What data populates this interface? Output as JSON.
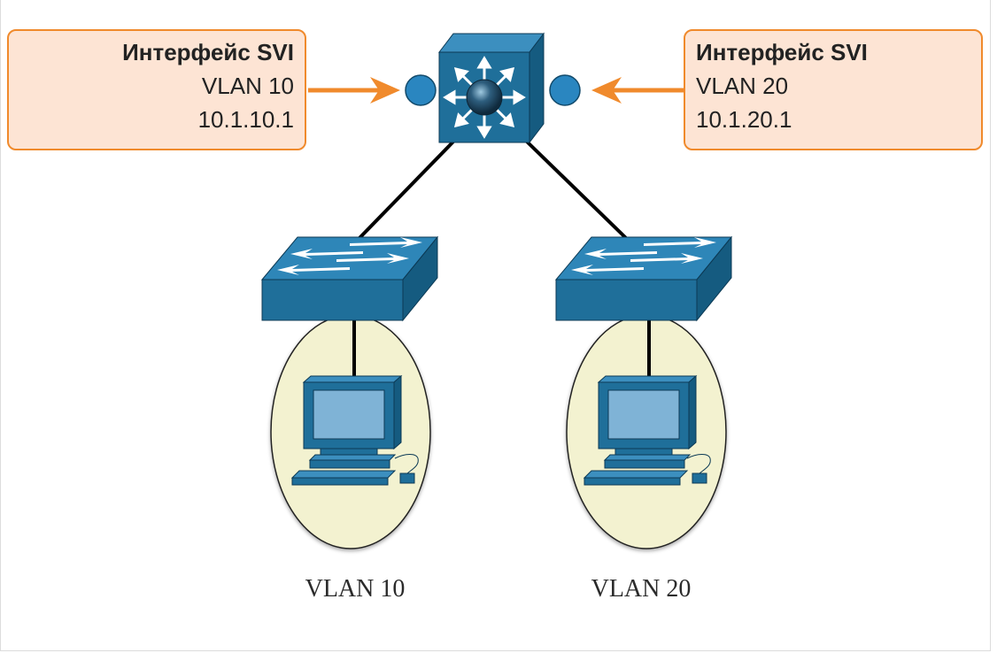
{
  "svi_left": {
    "title": "Интерфейс SVI",
    "vlan": "VLAN 10",
    "ip": "10.1.10.1"
  },
  "svi_right": {
    "title": "Интерфейс SVI",
    "vlan": "VLAN 20",
    "ip": "10.1.20.1"
  },
  "vlan_labels": {
    "left": "VLAN 10",
    "right": "VLAN 20"
  },
  "colors": {
    "callout_fill": "#fde4d4",
    "callout_border": "#f08a2c",
    "arrow": "#f08a2c",
    "device_blue": "#1f6f9a",
    "device_top": "#2e86b8",
    "vlan_ellipse": "#f3f2d0",
    "port_dot": "#2a86c0",
    "link": "#000000"
  },
  "icons": [
    "multilayer-switch-icon",
    "switch-icon",
    "pc-icon",
    "svi-port-icon",
    "arrow-right-icon",
    "arrow-left-icon"
  ]
}
